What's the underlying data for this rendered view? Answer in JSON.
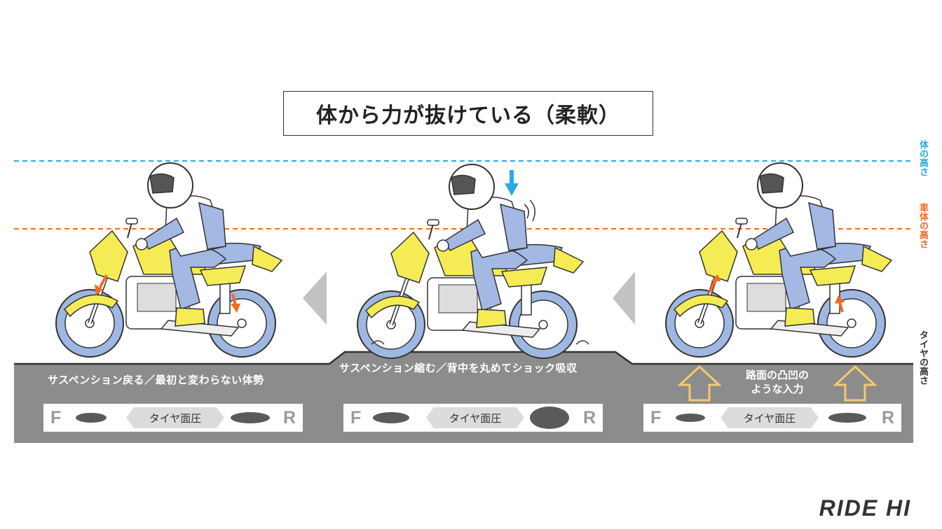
{
  "title": "体から力が抜けている（柔軟）",
  "side_labels": {
    "body_height": "体の高さ",
    "vehicle_height": "車体の高さ",
    "tire_height": "タイヤの高さ"
  },
  "panels": [
    {
      "caption": "サスペンション戻る／最初と変わらない体勢",
      "front_label": "F",
      "rear_label": "R",
      "pressure_label": "タイヤ面圧"
    },
    {
      "caption": "サスペンション縮む／背中を丸めてショック吸収",
      "front_label": "F",
      "rear_label": "R",
      "pressure_label": "タイヤ面圧"
    },
    {
      "caption": "",
      "front_label": "F",
      "rear_label": "R",
      "pressure_label": "タイヤ面圧"
    }
  ],
  "bump_input_label": "路面の凸凹の\nような入力",
  "logo": "RIDE HI",
  "colors": {
    "body_line": "#29abe2",
    "vehicle_line": "#f26b22",
    "road": "#8c8c8c",
    "bike_yellow": "#f5ec55",
    "tire_blue": "#9fb8e2",
    "rider_blue": "#a3b8e3",
    "bump_arrow": "#f6c971",
    "flow_arrow": "#c2c2c2"
  },
  "icons": [
    "down-arrow-icon",
    "up-arrow-icon",
    "left-triangle-icon",
    "motorcycle-illustration"
  ]
}
